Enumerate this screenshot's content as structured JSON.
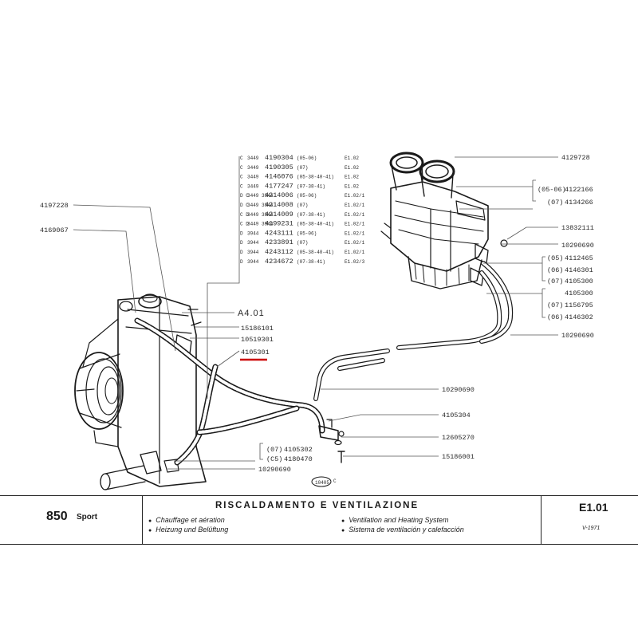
{
  "parts_table": {
    "rows": [
      {
        "letter": "C",
        "group": "3449",
        "part": "4190304",
        "models": "(05-06)",
        "ref": "E1.02"
      },
      {
        "letter": "C",
        "group": "3449",
        "part": "4190305",
        "models": "(07)",
        "ref": "E1.02"
      },
      {
        "letter": "C",
        "group": "3449",
        "part": "4146076",
        "models": "(05-38-40-41)",
        "ref": "E1.02"
      },
      {
        "letter": "C",
        "group": "3449",
        "part": "4177247",
        "models": "(07-38-41)",
        "ref": "E1.02"
      },
      {
        "letter": "D C",
        "group": "3449 3944",
        "part": "4214006",
        "models": "(05-06)",
        "ref": "E1.02/1"
      },
      {
        "letter": "D C",
        "group": "3449 3944",
        "part": "4214008",
        "models": "(07)",
        "ref": "E1.02/1"
      },
      {
        "letter": "C D",
        "group": "3449 3944",
        "part": "4214009",
        "models": "(07-38-41)",
        "ref": "E1.02/1"
      },
      {
        "letter": "C D",
        "group": "3449 3944",
        "part": "4199231",
        "models": "(05-38-40-41)",
        "ref": "E1.02/1"
      },
      {
        "letter": "D",
        "group": "3944",
        "part": "4243111",
        "models": "(05-06)",
        "ref": "E1.02/1"
      },
      {
        "letter": "D",
        "group": "3944",
        "part": "4233891",
        "models": "(07)",
        "ref": "E1.02/1"
      },
      {
        "letter": "D",
        "group": "3944",
        "part": "4243112",
        "models": "(05-38-40-41)",
        "ref": "E1.02/1"
      },
      {
        "letter": "D",
        "group": "3944",
        "part": "4234672",
        "models": "(07-38-41)",
        "ref": "E1.02/3"
      }
    ]
  },
  "callouts": {
    "top_right": "4129728",
    "v_05_06_code": "(05-06)",
    "v_05_06_part": "4122166",
    "v_07_code": "(07)",
    "v_07_part": "4134266",
    "seal": "13832111",
    "hose_upper": "10290690",
    "grp1": [
      {
        "code": "(05)",
        "part": "4112465"
      },
      {
        "code": "(06)",
        "part": "4146301"
      },
      {
        "code": "(07)",
        "part": "4105300"
      }
    ],
    "grp2": [
      {
        "code": "",
        "part": "4105300"
      },
      {
        "code": "(07)",
        "part": "1156795"
      },
      {
        "code": "(06)",
        "part": "4146302"
      }
    ],
    "hose_right": "10290690",
    "left_top": "4197228",
    "left_mid": "4169067",
    "a401": "A4.01",
    "screw": "15186101",
    "clip": "10519301",
    "hose_highlight": "4105301",
    "hose_middle": "10290690",
    "bracket": "4105304",
    "nut": "12605270",
    "bolt": "15186001",
    "bottom_grp": [
      {
        "code": "(07)",
        "part": "4105302"
      },
      {
        "code": "(C5)",
        "part": "4180470"
      }
    ],
    "bottom_hose": "10290690",
    "drawing_ref": "10405",
    "drawing_letter": "C"
  },
  "title_block": {
    "model_number": "850",
    "model_name": "Sport",
    "title": "RISCALDAMENTO E VENTILAZIONE",
    "lines": [
      "Chauffage et aération",
      "Heizung und Belüftung",
      "Ventilation and Heating System",
      "Sistema de ventilación y calefacción"
    ],
    "bullet": "●",
    "code": "E1.01",
    "date": "V-1971"
  }
}
